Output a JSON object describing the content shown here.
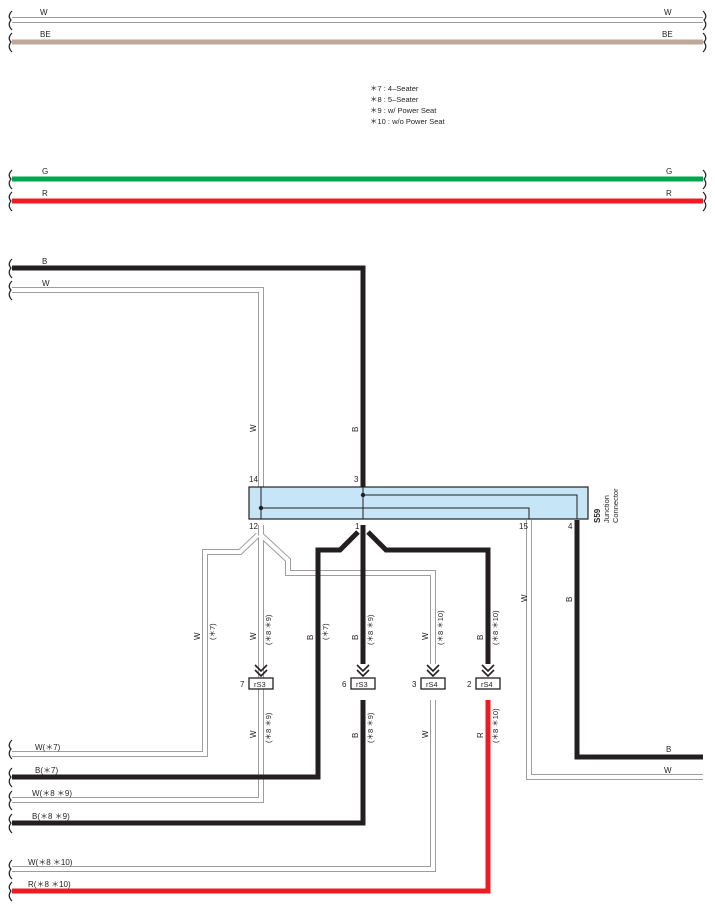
{
  "colors": {
    "white_wire": "#ffffff",
    "white_outline": "#9d9d9d",
    "beige": "#bfa79a",
    "green": "#00a551",
    "red": "#ed1c24",
    "black": "#231f20",
    "connector_fill": "#c6e6f7"
  },
  "top_wires": [
    {
      "left": "W",
      "right": "W"
    },
    {
      "left": "BE",
      "right": "BE"
    },
    {
      "left": "G",
      "right": "G"
    },
    {
      "left": "R",
      "right": "R"
    }
  ],
  "legend": [
    "＊7 : 4–Seater",
    "＊8 : 5–Seater",
    "＊9 : w/ Power Seat",
    "＊10 : w/o Power Seat"
  ],
  "upper_wires": {
    "b": "B",
    "w": "W"
  },
  "vertical_labels": {
    "w_in": "W",
    "b_in": "B",
    "w_out": "W",
    "b_out": "B"
  },
  "connector": {
    "id": "S59",
    "name_line1": "Junction",
    "name_line2": "Connector",
    "pins": {
      "p14": "14",
      "p3": "3",
      "p12": "12",
      "p1": "1",
      "p15": "15",
      "p4": "4"
    }
  },
  "branches": [
    {
      "color": "W",
      "cond": "(＊7)"
    },
    {
      "color": "W",
      "cond": "(＊8 ＊9)"
    },
    {
      "color": "B",
      "cond": "(＊7)"
    },
    {
      "color": "B",
      "cond": "(＊8 ＊9)"
    },
    {
      "color": "W",
      "cond": "(＊8 ＊10)"
    },
    {
      "color": "B",
      "cond": "(＊8 ＊10)"
    }
  ],
  "splice_connectors": [
    {
      "pin": "7",
      "name": "rS3"
    },
    {
      "pin": "6",
      "name": "rS3"
    },
    {
      "pin": "3",
      "name": "rS4"
    },
    {
      "pin": "2",
      "name": "rS4"
    }
  ],
  "lower_vertical": [
    {
      "color": "W",
      "cond": "(＊8 ＊9)"
    },
    {
      "color": "B",
      "cond": "(＊8 ＊9)"
    },
    {
      "color": "W",
      "cond": ""
    },
    {
      "color": "R",
      "cond": "(＊8 ＊10)"
    }
  ],
  "bottom_left": [
    "W(＊7)",
    "B(＊7)",
    "W(＊8 ＊9)",
    "B(＊8 ＊9)",
    "W(＊8 ＊10)",
    "R(＊8 ＊10)"
  ],
  "bottom_right": [
    "B",
    "W"
  ]
}
